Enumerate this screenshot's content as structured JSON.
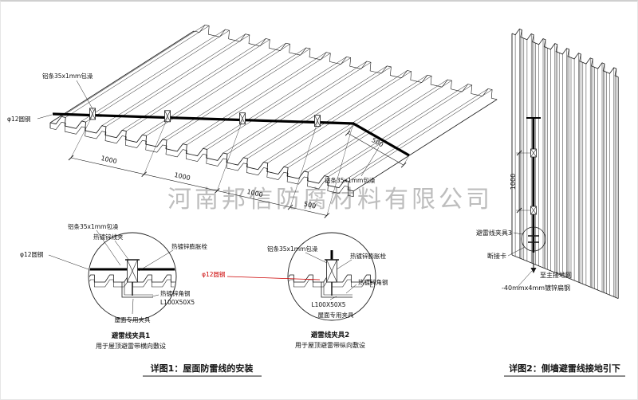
{
  "watermark": "河南邦信防腐材料有限公司",
  "colors": {
    "line": "#1a1a1a",
    "accent_red": "#cc0000",
    "watermark_gray": "#9a9a9a"
  },
  "detail1": {
    "caption": "详图1：屋面防雷线的安装",
    "roof": {
      "label_alu_top": "铝条35x1mm包澡",
      "label_alu_bottom": "铝条35x1mm包澡",
      "label_round_steel": "φ12圆钢",
      "dim_bottom": [
        "1000",
        "1000",
        "1000",
        "500"
      ],
      "dim_slope": "500"
    },
    "clamp1": {
      "title": "避雷线夹具1",
      "subtitle": "用于屋顶避雷带横向敷设",
      "label_alu": "铝条35x1mm包澡",
      "label_wire_clip": "热镀锌线夹",
      "label_bolt": "热镀锌膨胀栓",
      "label_round_steel": "φ12圆钢",
      "label_angle": "热镀锌角钢",
      "label_angle_size": "L100X50X5",
      "label_roof_clamp": "屋面专用夹具"
    },
    "clamp2": {
      "title": "避雷线夹具2",
      "subtitle": "用于屋顶避雷带纵向敷设",
      "label_alu": "铝条35x1mm包澡",
      "label_bolt": "热镀锌膨胀栓",
      "label_round_steel": "φ12圆钢",
      "label_angle": "热镀锌角钢",
      "label_angle_size": "L100X50X5",
      "label_roof_clamp": "屋面专用夹具"
    }
  },
  "detail2": {
    "caption": "详图2：侧墙避雷线接地引下",
    "dim_vertical": "1000",
    "label_clamp3": "避雷线夹具3",
    "label_disconnect": "断接卡",
    "label_to_ground": "至主接地网",
    "label_flat_steel": "-40mmx4mm镀锌扁钢"
  }
}
